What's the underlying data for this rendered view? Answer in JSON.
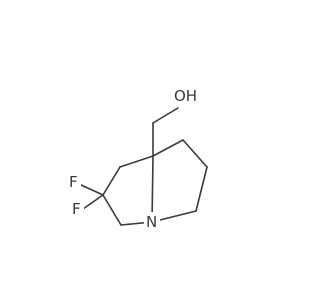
{
  "molecule": {
    "atoms": {
      "hydroxyl": "OH",
      "fluorine_a": "F",
      "fluorine_b": "F",
      "nitrogen": "N"
    }
  }
}
